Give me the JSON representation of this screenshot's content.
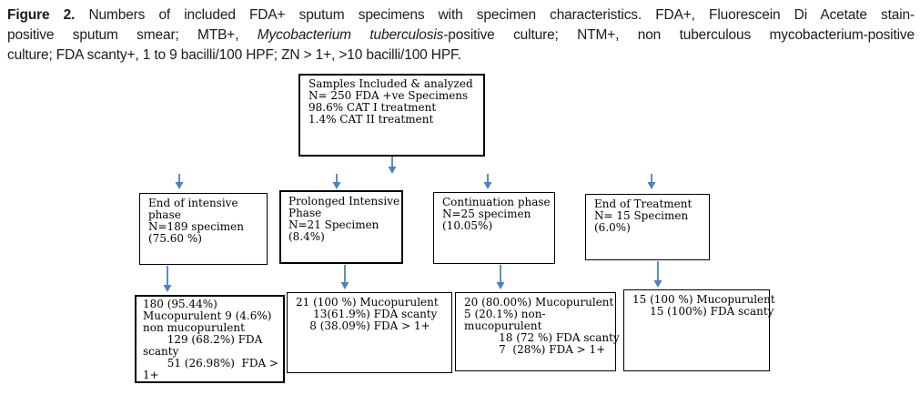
{
  "caption": {
    "label": "Figure 2.",
    "line1_rest": " Numbers of included FDA+ sputum specimens with specimen characteristics. FDA+, Fluorescein Di Acetate stain-",
    "line2_pre": "positive sputum smear; MTB+, ",
    "line2_italic": "Mycobacterium tuberculosis",
    "line2_post": "-positive culture; NTM+, non tuberculous mycobacterium-positive",
    "line3": "culture; FDA scanty+, 1 to 9 bacilli/100 HPF; ZN > 1+, >10 bacilli/100 HPF."
  },
  "flowchart": {
    "root": {
      "text": "Samples Included & analyzed\nN= 250 FDA +ve Specimens\n98.6% CAT I treatment\n1.4% CAT II treatment"
    },
    "phase1": {
      "text": "End of intensive\nphase\nN=189 specimen\n(75.60 %)"
    },
    "phase2": {
      "text": "Prolonged Intensive\nPhase\nN=21 Specimen\n(8.4%)"
    },
    "phase3": {
      "text": "Continuation phase\nN=25 specimen\n(10.05%)"
    },
    "phase4": {
      "text": "End of Treatment\nN= 15 Specimen\n(6.0%)"
    },
    "detail1": {
      "text": "180 (95.44%)\nMucopurulent 9 (4.6%)\nnon mucopurulent\n       129 (68.2%) FDA\nscanty\n       51 (26.98%)  FDA >\n1+"
    },
    "detail2": {
      "text": "21 (100 %) Mucopurulent\n     13(61.9%) FDA scanty\n    8 (38.09%) FDA > 1+"
    },
    "detail3": {
      "text": "20 (80.00%) Mucopurulent\n5 (20.1%) non-\nmucopurulent\n          18 (72 %) FDA scanty\n          7  (28%) FDA > 1+"
    },
    "detail4": {
      "text": "15 (100 %) Mucopurulent\n     15 (100%) FDA scanty"
    }
  },
  "colors": {
    "arrow": "#4f81bd",
    "arrow_light": "#95b3d7",
    "box_border": "#000000",
    "ink": "#000000",
    "caption_ink": "#1c1c1c"
  }
}
